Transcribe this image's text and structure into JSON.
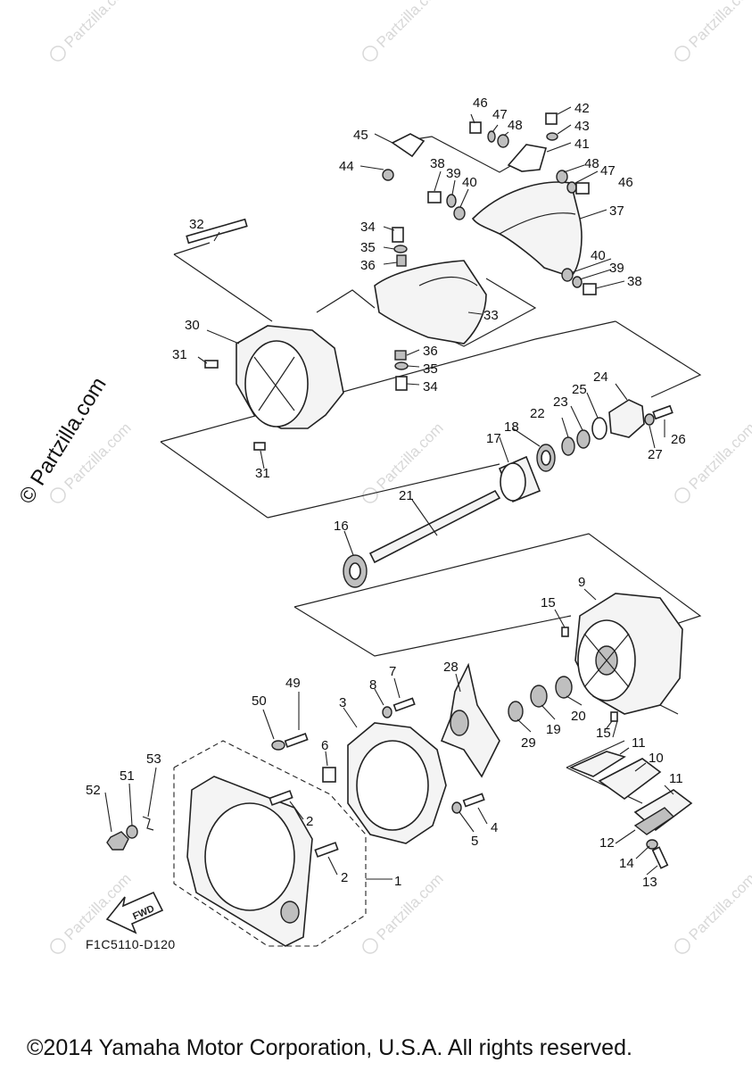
{
  "diagram": {
    "code": "F1C5110-D120",
    "fwd_label": "FWD",
    "copyright": "©2014 Yamaha Motor Corporation, U.S.A. All rights reserved.",
    "side_watermark": "© Partzilla.com",
    "tile_watermark": "© Partzilla.com",
    "callouts": [
      {
        "id": "n1",
        "label": "1"
      },
      {
        "id": "n2a",
        "label": "2"
      },
      {
        "id": "n2b",
        "label": "2"
      },
      {
        "id": "n3",
        "label": "3"
      },
      {
        "id": "n4",
        "label": "4"
      },
      {
        "id": "n5",
        "label": "5"
      },
      {
        "id": "n6",
        "label": "6"
      },
      {
        "id": "n7",
        "label": "7"
      },
      {
        "id": "n8",
        "label": "8"
      },
      {
        "id": "n9",
        "label": "9"
      },
      {
        "id": "n10",
        "label": "10"
      },
      {
        "id": "n11a",
        "label": "11"
      },
      {
        "id": "n11b",
        "label": "11"
      },
      {
        "id": "n12",
        "label": "12"
      },
      {
        "id": "n13",
        "label": "13"
      },
      {
        "id": "n14",
        "label": "14"
      },
      {
        "id": "n15a",
        "label": "15"
      },
      {
        "id": "n15b",
        "label": "15"
      },
      {
        "id": "n16",
        "label": "16"
      },
      {
        "id": "n17",
        "label": "17"
      },
      {
        "id": "n18",
        "label": "18"
      },
      {
        "id": "n19",
        "label": "19"
      },
      {
        "id": "n20",
        "label": "20"
      },
      {
        "id": "n21",
        "label": "21"
      },
      {
        "id": "n22",
        "label": "22"
      },
      {
        "id": "n23",
        "label": "23"
      },
      {
        "id": "n24",
        "label": "24"
      },
      {
        "id": "n25",
        "label": "25"
      },
      {
        "id": "n26",
        "label": "26"
      },
      {
        "id": "n27",
        "label": "27"
      },
      {
        "id": "n28",
        "label": "28"
      },
      {
        "id": "n29",
        "label": "29"
      },
      {
        "id": "n30",
        "label": "30"
      },
      {
        "id": "n31a",
        "label": "31"
      },
      {
        "id": "n31b",
        "label": "31"
      },
      {
        "id": "n32",
        "label": "32"
      },
      {
        "id": "n33",
        "label": "33"
      },
      {
        "id": "n34a",
        "label": "34"
      },
      {
        "id": "n34b",
        "label": "34"
      },
      {
        "id": "n35a",
        "label": "35"
      },
      {
        "id": "n35b",
        "label": "35"
      },
      {
        "id": "n36a",
        "label": "36"
      },
      {
        "id": "n36b",
        "label": "36"
      },
      {
        "id": "n37",
        "label": "37"
      },
      {
        "id": "n38a",
        "label": "38"
      },
      {
        "id": "n38b",
        "label": "38"
      },
      {
        "id": "n39a",
        "label": "39"
      },
      {
        "id": "n39b",
        "label": "39"
      },
      {
        "id": "n40a",
        "label": "40"
      },
      {
        "id": "n40b",
        "label": "40"
      },
      {
        "id": "n41",
        "label": "41"
      },
      {
        "id": "n42",
        "label": "42"
      },
      {
        "id": "n43",
        "label": "43"
      },
      {
        "id": "n44",
        "label": "44"
      },
      {
        "id": "n45",
        "label": "45"
      },
      {
        "id": "n46a",
        "label": "46"
      },
      {
        "id": "n46b",
        "label": "46"
      },
      {
        "id": "n47a",
        "label": "47"
      },
      {
        "id": "n47b",
        "label": "47"
      },
      {
        "id": "n48a",
        "label": "48"
      },
      {
        "id": "n48b",
        "label": "48"
      },
      {
        "id": "n49",
        "label": "49"
      },
      {
        "id": "n50",
        "label": "50"
      },
      {
        "id": "n51",
        "label": "51"
      },
      {
        "id": "n52",
        "label": "52"
      },
      {
        "id": "n53",
        "label": "53"
      }
    ]
  }
}
